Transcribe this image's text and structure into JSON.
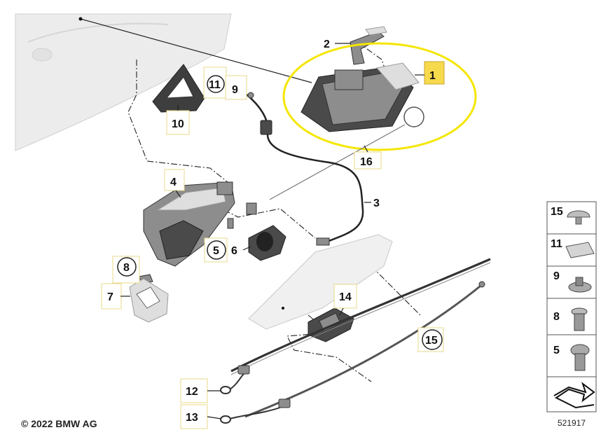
{
  "callouts": {
    "c1": "1",
    "c2": "2",
    "c3": "3",
    "c4": "4",
    "c5": "5",
    "c6": "6",
    "c7": "7",
    "c8": "8",
    "c9": "9",
    "c10": "10",
    "c11": "11",
    "c12": "12",
    "c13": "13",
    "c14": "14",
    "c15": "15",
    "c16": "16"
  },
  "side_panel": {
    "items": [
      "15",
      "11",
      "9",
      "8",
      "5"
    ]
  },
  "footer": {
    "copyright": "© 2022 BMW AG",
    "diagram_id": "521917"
  },
  "highlight_color": "#f5e600",
  "label_box_color": "#f7d94c"
}
